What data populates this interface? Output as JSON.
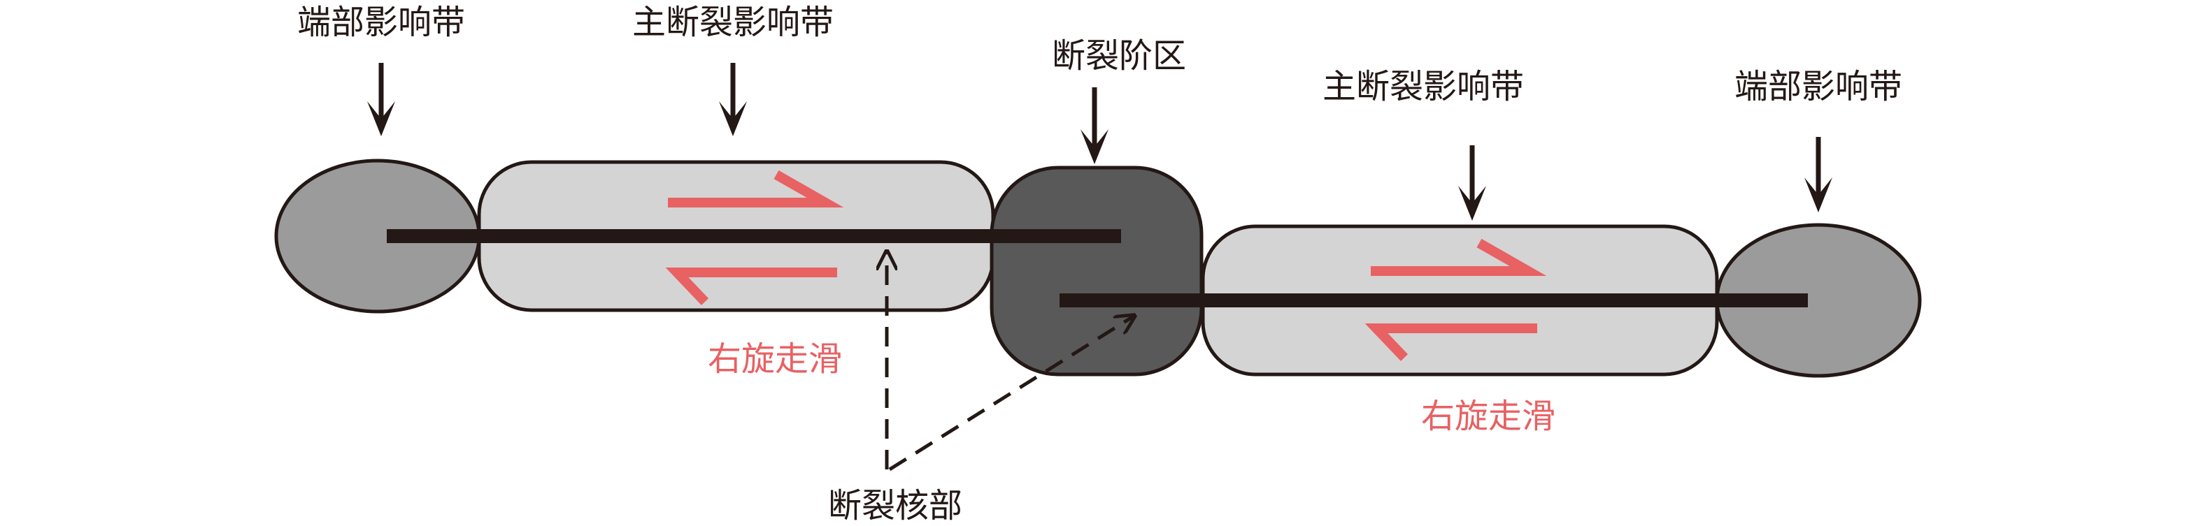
{
  "labels": {
    "left_end_zone": "端部影响带",
    "left_main_zone": "主断裂影响带",
    "step_zone": "断裂阶区",
    "right_main_zone": "主断裂影响带",
    "right_end_zone": "端部影响带",
    "left_slip": "右旋走滑",
    "right_slip": "右旋走滑",
    "fault_core": "断裂核部"
  },
  "colors": {
    "stroke": "#231815",
    "end_zone_fill": "#9b9b9b",
    "main_zone_fill": "#d4d4d4",
    "step_zone_fill": "#595959",
    "slip_arrow": "#e86163",
    "slip_text": "#e86163",
    "fault_line": "#231815"
  }
}
